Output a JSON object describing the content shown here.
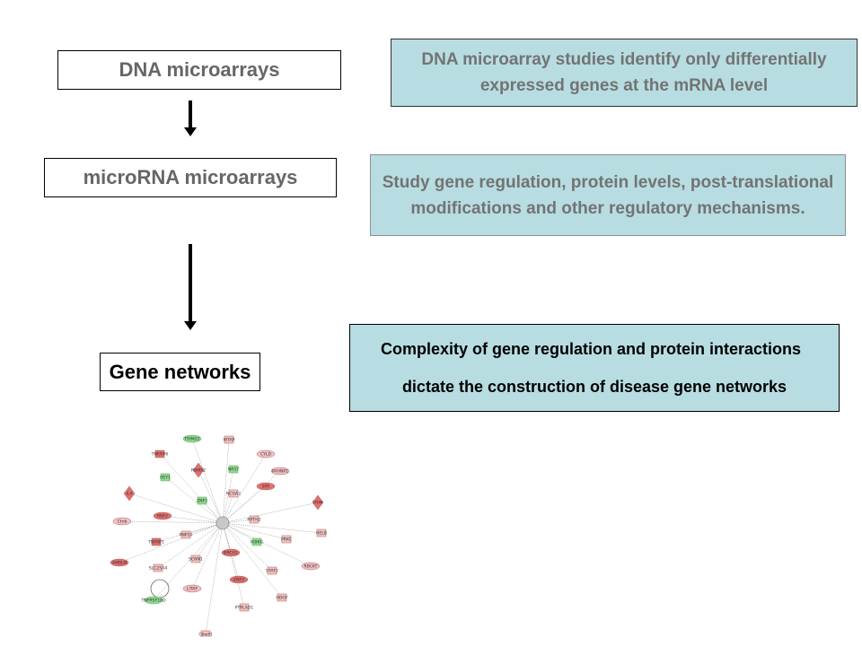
{
  "steps": [
    {
      "label": "DNA microarrays"
    },
    {
      "label": "microRNA microarrays"
    },
    {
      "label": "Gene networks"
    }
  ],
  "notes": [
    {
      "lines": [
        "DNA microarray studies identify only differentially",
        "expressed genes at the mRNA level"
      ]
    },
    {
      "lines": [
        "Study gene regulation, protein levels, post-translational",
        "modifications and other regulatory mechanisms."
      ]
    },
    {
      "lines": [
        "Complexity of gene regulation and protein interactions",
        "dictate the  construction of disease gene networks"
      ]
    }
  ],
  "colors": {
    "note_fill": "#b7dde2",
    "up_regulated": "#e07070",
    "down_regulated": "#8fdc8f",
    "hub": "#c8c8c8"
  },
  "network": {
    "nodes": [
      {
        "label": "TRIM22",
        "color": "green",
        "shape": "ellipse"
      },
      {
        "label": "WTAP",
        "color": "pink",
        "shape": "rect"
      },
      {
        "label": "CYLD",
        "color": "pink",
        "shape": "ellipse"
      },
      {
        "label": "TNFAIP6",
        "color": "red",
        "shape": "rect"
      },
      {
        "label": "HEY1",
        "color": "green",
        "shape": "rect"
      },
      {
        "label": "RBMS2",
        "color": "red",
        "shape": "diamond"
      },
      {
        "label": "NR1T",
        "color": "green",
        "shape": "rect"
      },
      {
        "label": "PAHNP1",
        "color": "pink",
        "shape": "ellipse"
      },
      {
        "label": "NCOA2",
        "color": "pink",
        "shape": "rect"
      },
      {
        "label": "ZNF3",
        "color": "green",
        "shape": "rect"
      },
      {
        "label": "SFR",
        "color": "red",
        "shape": "ellipse"
      },
      {
        "label": "IL4",
        "color": "red",
        "shape": "diamond"
      },
      {
        "label": "TRIM",
        "color": "red",
        "shape": "diamond"
      },
      {
        "label": "Ctnb",
        "color": "pink",
        "shape": "ellipse"
      },
      {
        "label": "RNF2",
        "color": "red",
        "shape": "ellipse"
      },
      {
        "label": "RPTH2",
        "color": "pink",
        "shape": "rect"
      },
      {
        "label": "PNP10",
        "color": "pink",
        "shape": "rect"
      },
      {
        "label": "HELB",
        "color": "pink",
        "shape": "rect"
      },
      {
        "label": "TNFRP1",
        "color": "red",
        "shape": "rect"
      },
      {
        "label": "IKBKG",
        "color": "green",
        "shape": "rect"
      },
      {
        "label": "PRKC",
        "color": "pink",
        "shape": "rect"
      },
      {
        "label": "BRCA1",
        "color": "red",
        "shape": "ellipse"
      },
      {
        "label": "RBCKT",
        "color": "pink",
        "shape": "ellipse"
      },
      {
        "label": "AMBLN",
        "color": "red",
        "shape": "ellipse"
      },
      {
        "label": "SCNN1",
        "color": "pink",
        "shape": "rect"
      },
      {
        "label": "SLC25A4",
        "color": "pink",
        "shape": "rect"
      },
      {
        "label": "STAT2",
        "color": "pink",
        "shape": "rect"
      },
      {
        "label": "ZNF3",
        "color": "red",
        "shape": "ellipse"
      },
      {
        "label": "LITAF",
        "color": "pink",
        "shape": "ellipse"
      },
      {
        "label": "HDGF",
        "color": "pink",
        "shape": "rect"
      },
      {
        "label": "TNFRSF10D",
        "color": "green",
        "shape": "ellipse"
      },
      {
        "label": "PTPLAD1",
        "color": "pink",
        "shape": "rect"
      },
      {
        "label": "C6orf1",
        "color": "pink",
        "shape": "rect"
      }
    ]
  }
}
